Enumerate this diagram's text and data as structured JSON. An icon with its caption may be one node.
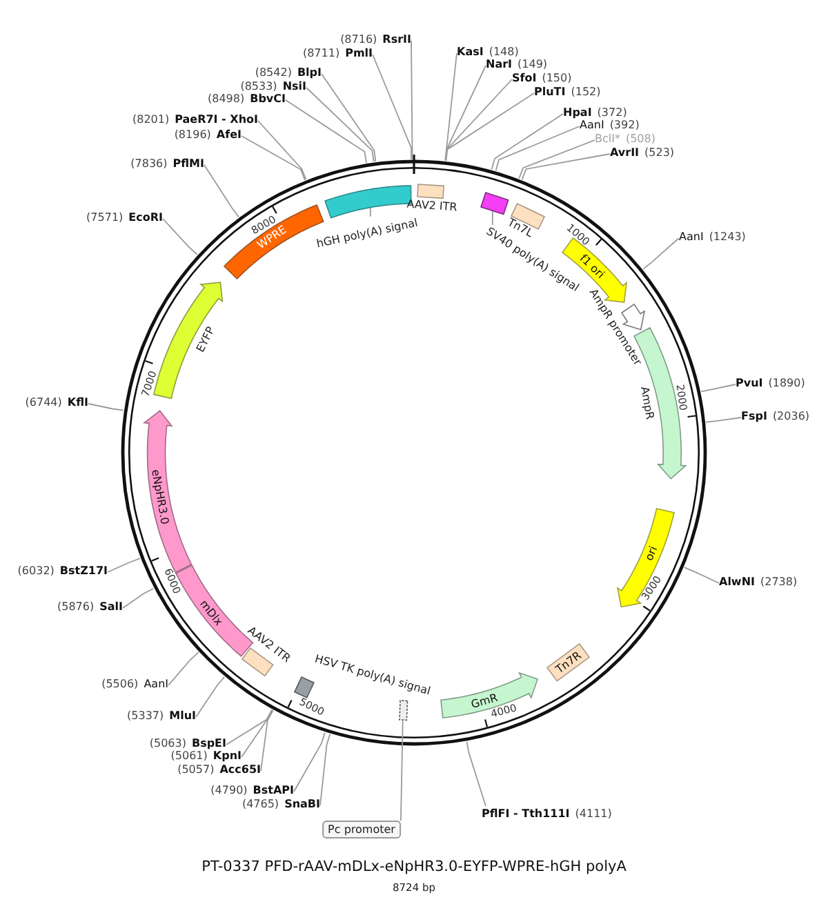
{
  "diagram": {
    "title": "PT-0337 PFD-rAAV-mDLx-eNpHR3.0-EYFP-WPRE-hGH polyA",
    "caption": "8724 bp",
    "nodes": [
      {
        "text": [],
        "shape": "box",
        "beside": [
          "AAV2 ITR"
        ]
      },
      {
        "text": [],
        "shape": "box"
      },
      {
        "text": [
          "SV40 poly(A) signal"
        ]
      },
      {
        "text": [],
        "shape": "box",
        "beside": [
          "Tn7L"
        ]
      },
      {
        "text": [
          "f1 ori"
        ]
      },
      {
        "text": [],
        "shape": "arrow",
        "beside": [
          "AmpR promoter"
        ]
      },
      {
        "text": [],
        "shape": "arrow",
        "beside": [
          "AmpR"
        ]
      },
      {
        "text": [
          "ori"
        ]
      },
      {
        "text": [
          "Tn7R"
        ]
      },
      {
        "text": [
          "GmR"
        ]
      },
      {
        "text": [],
        "shape": "box"
      },
      {
        "text": [
          "Pc promoter"
        ]
      },
      {
        "text": [],
        "shape": "box",
        "beside": [
          "HSV TK poly(A) signal"
        ]
      },
      {
        "text": [],
        "shape": "box",
        "beside": [
          "AAV2 ITR"
        ]
      },
      {
        "text": [
          "mDlx"
        ]
      },
      {
        "text": [
          "eNpHR3.0"
        ]
      },
      {
        "text": [],
        "shape": "arrow",
        "beside": [
          "EYFP"
        ]
      },
      {
        "text": [
          "WPRE"
        ]
      },
      {
        "text": [],
        "shape": "bar"
      },
      {
        "text": [
          "hGH poly(A) signal"
        ]
      },
      {
        "text": [
          "KasI",
          "(148)"
        ]
      },
      {
        "text": [
          "NarI",
          "(149)"
        ]
      },
      {
        "text": [
          "SfoI",
          "(150)"
        ]
      },
      {
        "text": [
          "PluTI",
          "(152)"
        ]
      },
      {
        "text": [
          "HpaI",
          "(372)"
        ]
      },
      {
        "text": [
          "AanI",
          "(392)"
        ]
      },
      {
        "text": [
          "BclI*",
          "(508)"
        ]
      },
      {
        "text": [
          "AvrII",
          "(523)"
        ]
      },
      {
        "text": [
          "AanI",
          "(1243)"
        ]
      },
      {
        "text": [
          "PvuI",
          "(1890)"
        ]
      },
      {
        "text": [
          "FspI",
          "(2036)"
        ]
      },
      {
        "text": [
          "AlwNI",
          "(2738)"
        ]
      },
      {
        "text": [
          "PflFI - Tth111I",
          "(4111)"
        ]
      },
      {
        "text": [
          "(4765)",
          "SnaBI"
        ]
      },
      {
        "text": [
          "(4790)",
          "BstAPI"
        ]
      },
      {
        "text": [
          "(5057)",
          "Acc65I"
        ]
      },
      {
        "text": [
          "(5061)",
          "KpnI"
        ]
      },
      {
        "text": [
          "(5063)",
          "BspEI"
        ]
      },
      {
        "text": [
          "(5337)",
          "MluI"
        ]
      },
      {
        "text": [
          "(5506)",
          "AanI"
        ]
      },
      {
        "text": [
          "(5876)",
          "SalI"
        ]
      },
      {
        "text": [
          "(6032)",
          "BstZ17I"
        ]
      },
      {
        "text": [
          "(6744)",
          "KflI"
        ]
      },
      {
        "text": [
          "(7571)",
          "EcoRI"
        ]
      },
      {
        "text": [
          "(7836)",
          "PflMI"
        ]
      },
      {
        "text": [
          "(8196)",
          "AfeI"
        ]
      },
      {
        "text": [
          "(8201)",
          "PaeR7I - XhoI"
        ]
      },
      {
        "text": [
          "(8498)",
          "BbvCI"
        ]
      },
      {
        "text": [
          "(8533)",
          "NsiI"
        ]
      },
      {
        "text": [
          "(8542)",
          "BlpI"
        ]
      },
      {
        "text": [
          "(8711)",
          "PmlI"
        ]
      },
      {
        "text": [
          "(8716)",
          "RsrII"
        ]
      }
    ],
    "edges": [
      {
        "from": 2,
        "to": 1,
        "arrow": "none"
      },
      {
        "from": 11,
        "to": 10,
        "arrow": "none"
      },
      {
        "from": 19,
        "to": 18,
        "arrow": "none"
      },
      {
        "from": 20,
        "to": null,
        "arrow": "none"
      },
      {
        "from": 21,
        "to": null,
        "arrow": "none"
      },
      {
        "from": 22,
        "to": null,
        "arrow": "none"
      },
      {
        "from": 23,
        "to": null,
        "arrow": "none"
      },
      {
        "from": 24,
        "to": null,
        "arrow": "none"
      },
      {
        "from": 25,
        "to": null,
        "arrow": "none"
      },
      {
        "from": 26,
        "to": null,
        "arrow": "none"
      },
      {
        "from": 27,
        "to": null,
        "arrow": "none"
      },
      {
        "from": 28,
        "to": null,
        "arrow": "none"
      },
      {
        "from": 29,
        "to": null,
        "arrow": "none"
      },
      {
        "from": 30,
        "to": null,
        "arrow": "none"
      },
      {
        "from": 31,
        "to": null,
        "arrow": "none"
      },
      {
        "from": 32,
        "to": null,
        "arrow": "none"
      },
      {
        "from": 33,
        "to": null,
        "arrow": "none"
      },
      {
        "from": 34,
        "to": null,
        "arrow": "none"
      },
      {
        "from": 35,
        "to": null,
        "arrow": "none"
      },
      {
        "from": 36,
        "to": null,
        "arrow": "none"
      },
      {
        "from": 37,
        "to": null,
        "arrow": "none"
      },
      {
        "from": 38,
        "to": null,
        "arrow": "none"
      },
      {
        "from": 39,
        "to": null,
        "arrow": "none"
      },
      {
        "from": 40,
        "to": null,
        "arrow": "none"
      },
      {
        "from": 41,
        "to": null,
        "arrow": "none"
      },
      {
        "from": 42,
        "to": null,
        "arrow": "none"
      },
      {
        "from": 43,
        "to": null,
        "arrow": "none"
      },
      {
        "from": 44,
        "to": null,
        "arrow": "none"
      },
      {
        "from": 45,
        "to": null,
        "arrow": "none"
      },
      {
        "from": 46,
        "to": null,
        "arrow": "none"
      },
      {
        "from": 47,
        "to": null,
        "arrow": "none"
      },
      {
        "from": 48,
        "to": null,
        "arrow": "none"
      },
      {
        "from": 49,
        "to": null,
        "arrow": "none"
      },
      {
        "from": 50,
        "to": null,
        "arrow": "none"
      },
      {
        "from": 51,
        "to": null,
        "arrow": "none"
      }
    ],
    "labels": [
      "1000",
      "2000",
      "3000",
      "4000",
      "5000",
      "6000",
      "7000",
      "8000"
    ]
  }
}
